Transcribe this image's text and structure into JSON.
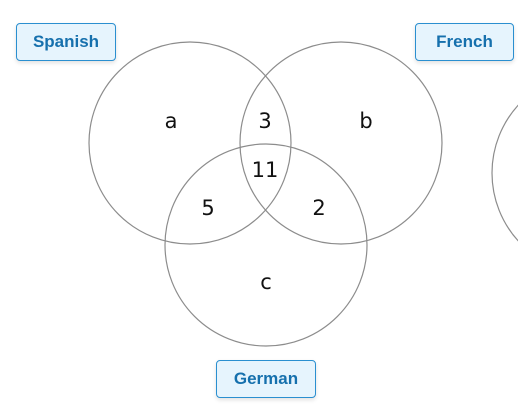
{
  "sets": [
    {
      "key": "spanish",
      "label": "Spanish"
    },
    {
      "key": "french",
      "label": "French"
    },
    {
      "key": "german",
      "label": "German"
    }
  ],
  "regions": {
    "spanish_only": "a",
    "french_only": "b",
    "german_only": "c",
    "spanish_french": "3",
    "spanish_german": "5",
    "french_german": "2",
    "all_three": "11"
  },
  "colors": {
    "tag_border": "#2a8fd0",
    "tag_fill": "#e6f4fd",
    "tag_text": "#1670ad",
    "circle_stroke": "#8c8c8c"
  }
}
